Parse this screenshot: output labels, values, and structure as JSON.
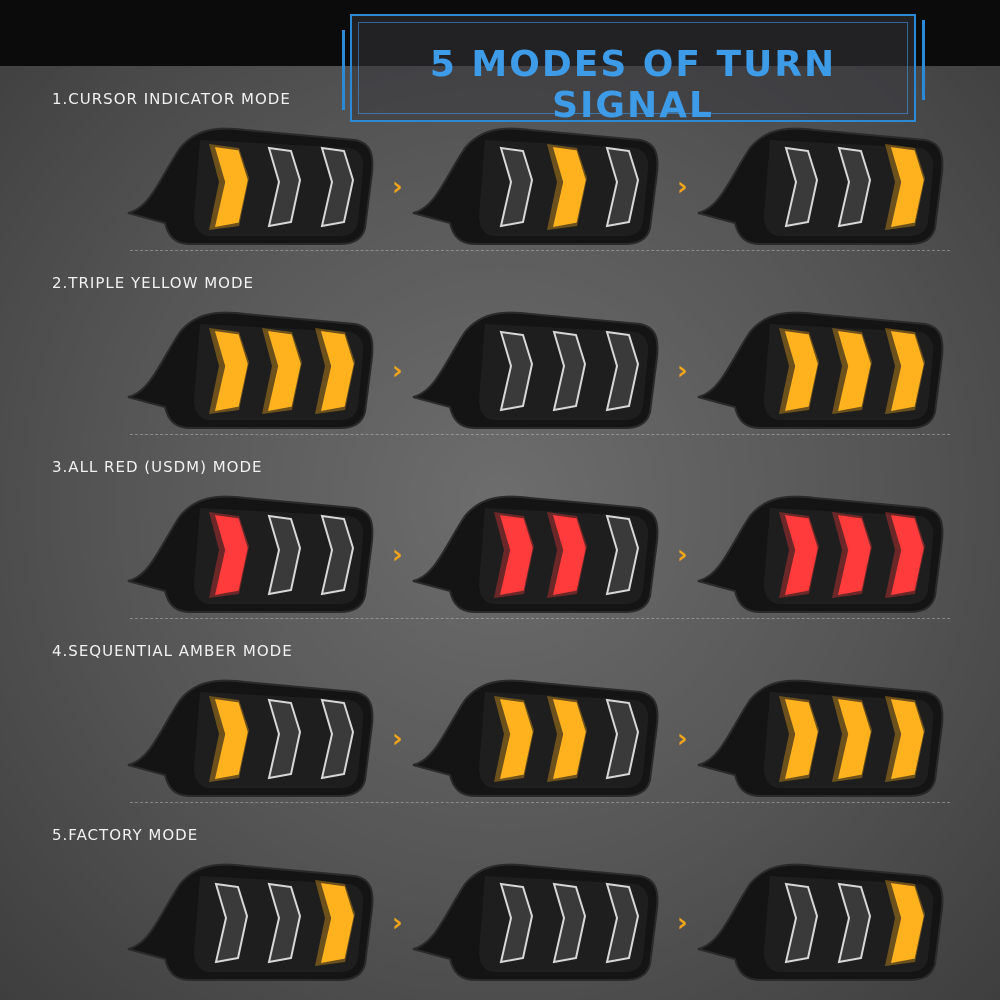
{
  "banner": {
    "title": "5 MODES OF TURN SIGNAL"
  },
  "colors": {
    "amber": "#ffb21e",
    "red": "#ff3b3b",
    "off": "#cfcfcf",
    "accent": "#2a8ad8",
    "arrow": "#f2a51a"
  },
  "modes": [
    {
      "label": "1.CURSOR INDICATOR MODE",
      "frames": [
        [
          "amber",
          "off",
          "off"
        ],
        [
          "off",
          "amber",
          "off"
        ],
        [
          "off",
          "off",
          "amber"
        ]
      ]
    },
    {
      "label": "2.TRIPLE YELLOW MODE",
      "frames": [
        [
          "amber",
          "amber",
          "amber"
        ],
        [
          "off",
          "off",
          "off"
        ],
        [
          "amber",
          "amber",
          "amber"
        ]
      ]
    },
    {
      "label": "3.ALL RED (USDM) MODE",
      "frames": [
        [
          "red",
          "off",
          "off"
        ],
        [
          "red",
          "red",
          "off"
        ],
        [
          "red",
          "red",
          "red"
        ]
      ]
    },
    {
      "label": "4.SEQUENTIAL AMBER MODE",
      "frames": [
        [
          "amber",
          "off",
          "off"
        ],
        [
          "amber",
          "amber",
          "off"
        ],
        [
          "amber",
          "amber",
          "amber"
        ]
      ]
    },
    {
      "label": "5.FACTORY MODE",
      "frames": [
        [
          "off",
          "off",
          "amber"
        ],
        [
          "off",
          "off",
          "off"
        ],
        [
          "off",
          "off",
          "amber"
        ]
      ]
    }
  ],
  "arrow_glyph": "›"
}
